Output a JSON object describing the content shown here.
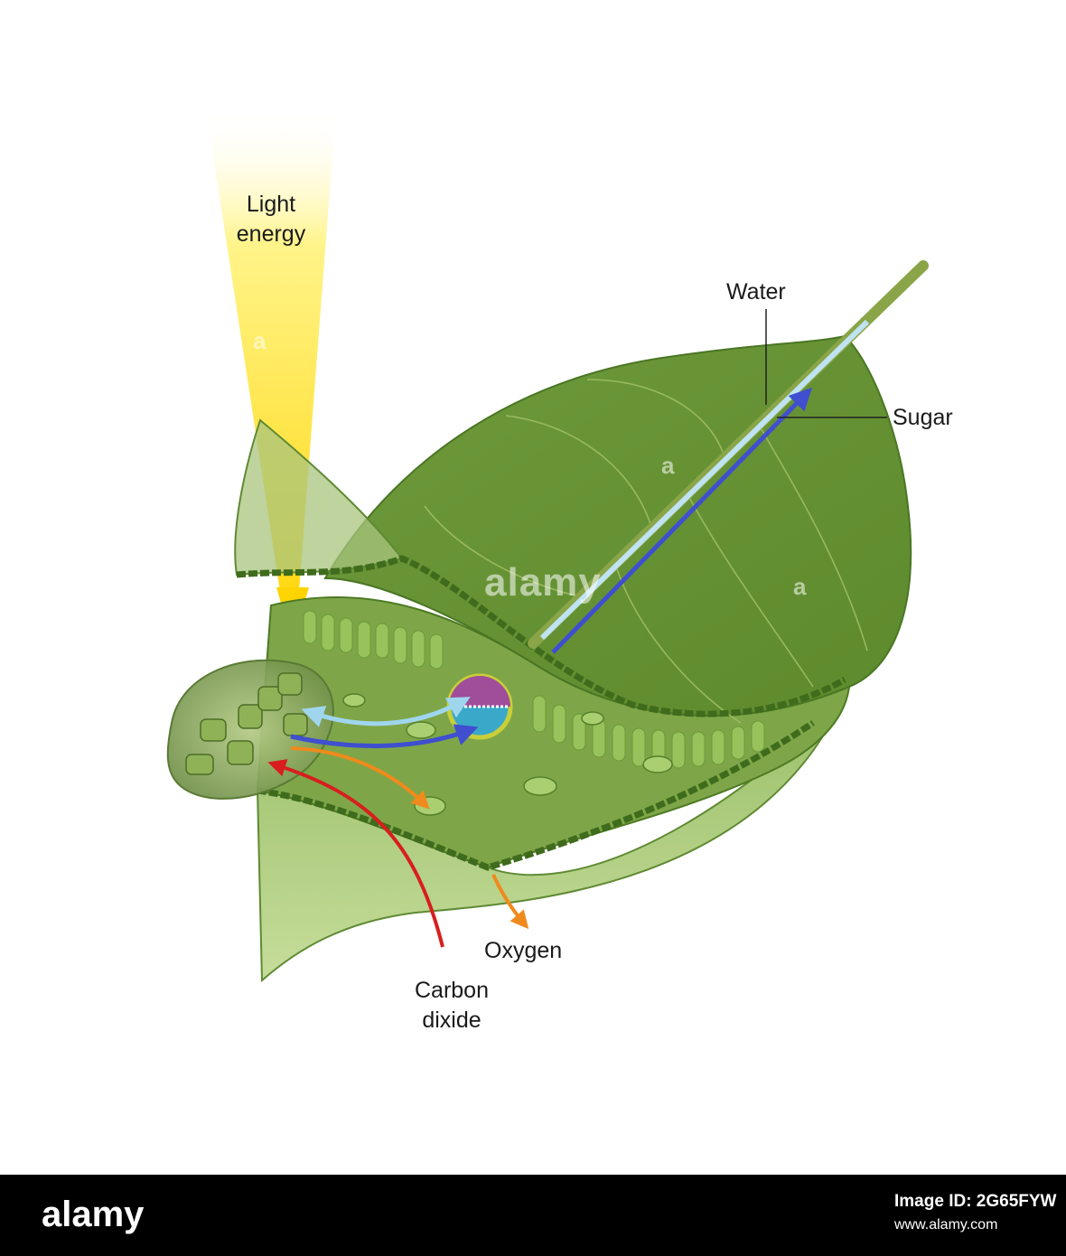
{
  "labels": {
    "light_energy": [
      "Light",
      "energy"
    ],
    "water": "Water",
    "sugar": "Sugar",
    "oxygen": "Oxygen",
    "carbon_dioxide": [
      "Carbon",
      "dixide"
    ]
  },
  "watermark": {
    "center": "alamy",
    "mark": "a"
  },
  "footer": {
    "logo": "alamy",
    "image_id": "Image ID: 2G65FYW",
    "url": "www.alamy.com"
  },
  "colors": {
    "leaf": "#6f9a3a",
    "leaf_dark": "#4f7a25",
    "light_beam": "#ffe000",
    "water_arrow": "#9fd6ee",
    "sugar_arrow": "#3f4fcf",
    "oxygen_arrow": "#f08a1c",
    "co2_arrow": "#d81e1e"
  }
}
